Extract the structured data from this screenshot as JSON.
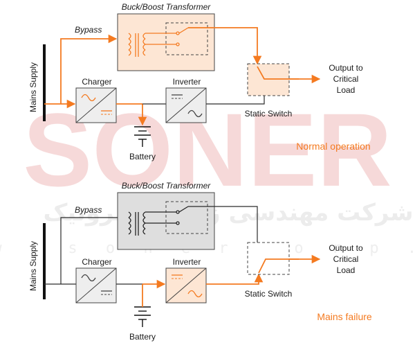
{
  "colors": {
    "active": "#f47a20",
    "inactive": "#2a2a2a",
    "transformer_fill_active": "#fde6d4",
    "transformer_fill_inactive": "#dedede",
    "box_fill": "#eeeeee",
    "switch_fill_active": "#fde6d4",
    "switch_fill_inactive": "#ffffff",
    "watermark": "#f6d9d9"
  },
  "watermark": {
    "brand": "SONER",
    "persian": "شرکت مهندسی زرین الکترونیک",
    "url": "w w w . s o n e r c o r p . c o m"
  },
  "panels": [
    {
      "mode": "normal",
      "status_label": "Normal operation",
      "transformer_title": "Buck/Boost Transformer",
      "bypass_label": "Bypass",
      "mains_label": "Mains Supply",
      "charger_label": "Charger",
      "inverter_label": "Inverter",
      "static_switch_label": "Static Switch",
      "battery_label": "Battery",
      "output_label": [
        "Output to",
        "Critical",
        "Load"
      ]
    },
    {
      "mode": "failure",
      "status_label": "Mains failure",
      "transformer_title": "Buck/Boost Transformer",
      "bypass_label": "Bypass",
      "mains_label": "Mains Supply",
      "charger_label": "Charger",
      "inverter_label": "Inverter",
      "static_switch_label": "Static Switch",
      "battery_label": "Battery",
      "output_label": [
        "Output to",
        "Critical",
        "Load"
      ]
    }
  ]
}
